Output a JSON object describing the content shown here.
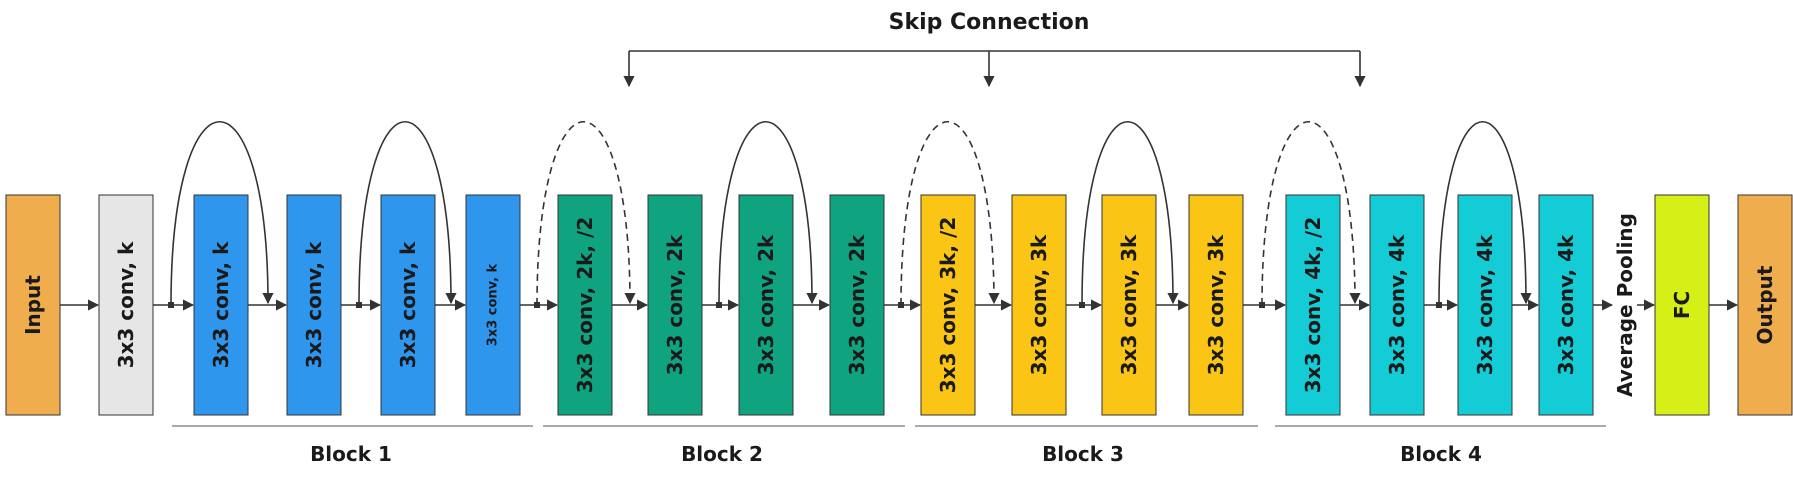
{
  "title": "Skip Connection",
  "colors": {
    "orange": "#f0ad4e",
    "gray": "#e6e6e6",
    "blue": "#2f96ee",
    "green": "#10a37f",
    "yellow": "#fac515",
    "cyan": "#14ccd6",
    "lime": "#d5ef17"
  },
  "nodes": [
    {
      "id": "input",
      "label": "Input",
      "color": "orange"
    },
    {
      "id": "conv0",
      "label": "3x3 conv, k",
      "color": "gray"
    },
    {
      "id": "b1c1",
      "label": "3x3 conv, k",
      "color": "blue"
    },
    {
      "id": "b1c2",
      "label": "3x3 conv, k",
      "color": "blue"
    },
    {
      "id": "b1c3",
      "label": "3x3 conv, k",
      "color": "blue"
    },
    {
      "id": "b1c4",
      "label": "3x3 conv, k",
      "color": "blue",
      "small": true
    },
    {
      "id": "b2c1",
      "label": "3x3 conv, 2k, /2",
      "color": "green"
    },
    {
      "id": "b2c2",
      "label": "3x3 conv, 2k",
      "color": "green"
    },
    {
      "id": "b2c3",
      "label": "3x3 conv, 2k",
      "color": "green"
    },
    {
      "id": "b2c4",
      "label": "3x3 conv, 2k",
      "color": "green"
    },
    {
      "id": "b3c1",
      "label": "3x3 conv, 3k, /2",
      "color": "yellow"
    },
    {
      "id": "b3c2",
      "label": "3x3 conv, 3k",
      "color": "yellow"
    },
    {
      "id": "b3c3",
      "label": "3x3 conv, 3k",
      "color": "yellow"
    },
    {
      "id": "b3c4",
      "label": "3x3 conv, 3k",
      "color": "yellow"
    },
    {
      "id": "b4c1",
      "label": "3x3 conv, 4k, /2",
      "color": "cyan"
    },
    {
      "id": "b4c2",
      "label": "3x3 conv, 4k",
      "color": "cyan"
    },
    {
      "id": "b4c3",
      "label": "3x3 conv, 4k",
      "color": "cyan"
    },
    {
      "id": "b4c4",
      "label": "3x3 conv, 4k",
      "color": "cyan"
    },
    {
      "id": "pool",
      "label": "Average Pooling",
      "color": null
    },
    {
      "id": "fc",
      "label": "FC",
      "color": "lime"
    },
    {
      "id": "output",
      "label": "Output",
      "color": "orange"
    }
  ],
  "blocks": [
    {
      "label": "Block 1"
    },
    {
      "label": "Block 2"
    },
    {
      "label": "Block 3"
    },
    {
      "label": "Block 4"
    }
  ],
  "skips": [
    {
      "from": "conv0",
      "to": "b1c2",
      "style": "solid"
    },
    {
      "from": "b1c2",
      "to": "b1c4",
      "style": "solid"
    },
    {
      "from": "b1c4",
      "to": "b2c2",
      "style": "dashed"
    },
    {
      "from": "b2c2",
      "to": "b2c4",
      "style": "solid"
    },
    {
      "from": "b2c4",
      "to": "b3c2",
      "style": "dashed"
    },
    {
      "from": "b3c2",
      "to": "b3c4",
      "style": "solid"
    },
    {
      "from": "b3c4",
      "to": "b4c2",
      "style": "dashed"
    },
    {
      "from": "b4c2",
      "to": "b4c4",
      "style": "solid"
    }
  ]
}
